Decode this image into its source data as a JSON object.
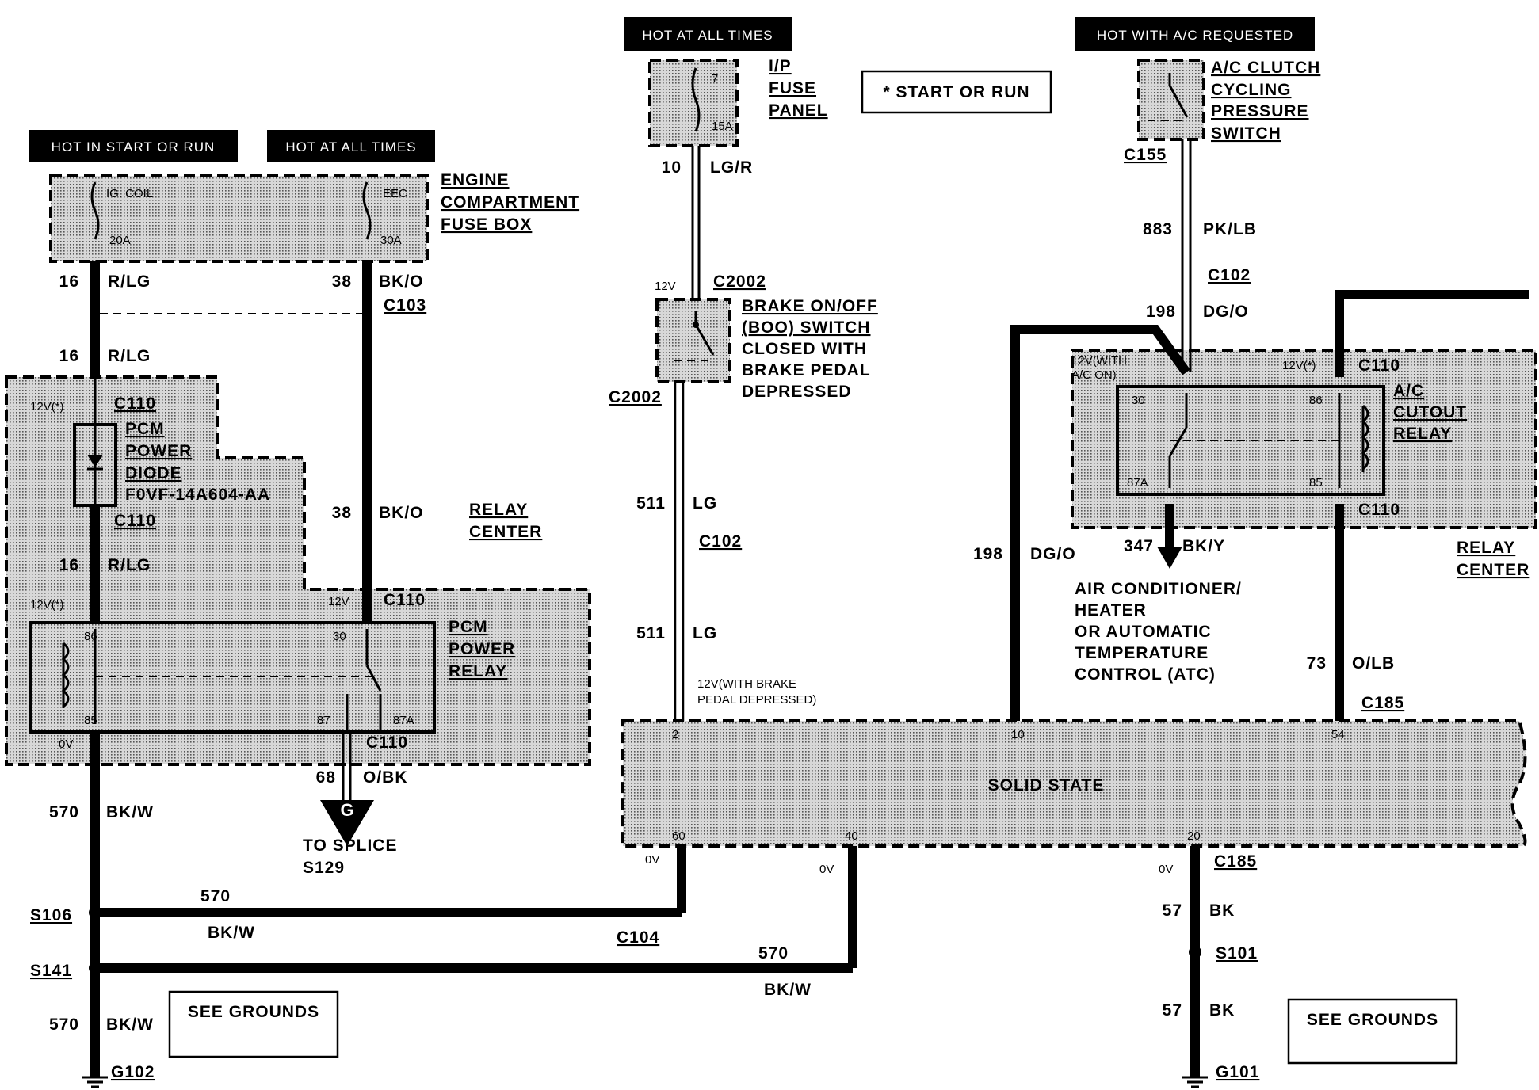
{
  "headers": {
    "hot_start_run_left": "HOT IN START OR RUN",
    "hot_all_times_left": "HOT AT ALL TIMES",
    "hot_all_times_center": "HOT AT ALL TIMES",
    "hot_ac_requested": "HOT WITH A/C REQUESTED"
  },
  "legend_note": "* START OR RUN",
  "engine_fuse_box": {
    "title_lines": [
      "ENGINE",
      "COMPARTMENT",
      "FUSE BOX"
    ],
    "fuse1_name": "IG. COIL",
    "fuse1_rating": "20A",
    "fuse2_name": "EEC",
    "fuse2_rating": "30A"
  },
  "ip_fuse_panel": {
    "title_lines": [
      "I/P",
      "FUSE",
      "PANEL"
    ],
    "fuse_num": "7",
    "fuse_rating": "15A"
  },
  "ac_clutch_switch": {
    "title_lines": [
      "A/C CLUTCH",
      "CYCLING",
      "PRESSURE",
      "SWITCH"
    ]
  },
  "boo_switch": {
    "title_lines": [
      "BRAKE ON/OFF",
      "(BOO) SWITCH",
      "CLOSED WITH",
      "BRAKE PEDAL",
      "DEPRESSED"
    ]
  },
  "pcm_diode": {
    "title_lines": [
      "PCM",
      "POWER",
      "DIODE",
      "F0VF-14A604-AA"
    ]
  },
  "pcm_relay": {
    "title_lines": [
      "PCM",
      "POWER",
      "RELAY"
    ]
  },
  "relay_center_left": {
    "title_lines": [
      "RELAY",
      "CENTER"
    ]
  },
  "relay_center_right": {
    "title_lines": [
      "RELAY",
      "CENTER"
    ]
  },
  "ac_cutout_relay": {
    "title_lines": [
      "A/C",
      "CUTOUT",
      "RELAY"
    ]
  },
  "ac_destination": {
    "lines": [
      "AIR CONDITIONER/",
      "HEATER",
      "OR AUTOMATIC",
      "TEMPERATURE",
      "CONTROL (ATC)"
    ]
  },
  "solid_state": "SOLID STATE",
  "splice_dest": {
    "lines": [
      "TO SPLICE",
      "S129"
    ],
    "ground_symbol": "G"
  },
  "see_grounds_left": "SEE GROUNDS",
  "see_grounds_right": "SEE GROUNDS",
  "circuits": {
    "c16a_num": "16",
    "c16a_color": "R/LG",
    "c16b_num": "16",
    "c16b_color": "R/LG",
    "c16c_num": "16",
    "c16c_color": "R/LG",
    "c38a_num": "38",
    "c38a_color": "BK/O",
    "c38b_num": "38",
    "c38b_color": "BK/O",
    "c10_num": "10",
    "c10_color": "LG/R",
    "c511a_num": "511",
    "c511a_color": "LG",
    "c511b_num": "511",
    "c511b_color": "LG",
    "c883_num": "883",
    "c883_color": "PK/LB",
    "c198a_num": "198",
    "c198a_color": "DG/O",
    "c198b_num": "198",
    "c198b_color": "DG/O",
    "c347_num": "347",
    "c347_color": "BK/Y",
    "c73_num": "73",
    "c73_color": "O/LB",
    "c68_num": "68",
    "c68_color": "O/BK",
    "c570a_num": "570",
    "c570a_color": "BK/W",
    "c570b_num": "570",
    "c570b_color": "BK/W",
    "c570c_num": "570",
    "c570c_color": "BK/W",
    "c570d_num": "570",
    "c570d_color": "BK/W",
    "c57a_num": "57",
    "c57a_color": "BK",
    "c57b_num": "57",
    "c57b_color": "BK"
  },
  "connectors": {
    "c103": "C103",
    "c110_a": "C110",
    "c110_b": "C110",
    "c110_c": "C110",
    "c110_d": "C110",
    "c110_e": "C110",
    "c110_f": "C110",
    "c2002_a": "C2002",
    "c2002_b": "C2002",
    "c102_a": "C102",
    "c102_b": "C102",
    "c155": "C155",
    "c185_a": "C185",
    "c185_b": "C185",
    "c104": "C104"
  },
  "splices": {
    "s106": "S106",
    "s141": "S141",
    "s101": "S101"
  },
  "grounds": {
    "g102": "G102",
    "g101": "G101"
  },
  "voltages": {
    "v12_star_a": "12V(*)",
    "v12_star_b": "12V(*)",
    "v12_star_c": "12V(*)",
    "v12_a": "12V",
    "v12_b": "12V",
    "v12_with": "12V(WITH",
    "ac_on": "A/C ON)",
    "v12_brake_1": "12V(WITH BRAKE",
    "v12_brake_2": "PEDAL DEPRESSED)",
    "v0_a": "0V",
    "v0_b": "0V",
    "v0_c": "0V",
    "v0_d": "0V"
  },
  "pins": {
    "p86": "86",
    "p85": "85",
    "p30": "30",
    "p87": "87",
    "p87a": "87A",
    "ac30": "30",
    "ac86": "86",
    "ac87a": "87A",
    "ac85": "85",
    "ss2": "2",
    "ss10": "10",
    "ss54": "54",
    "ss60": "60",
    "ss40": "40",
    "ss20": "20"
  }
}
